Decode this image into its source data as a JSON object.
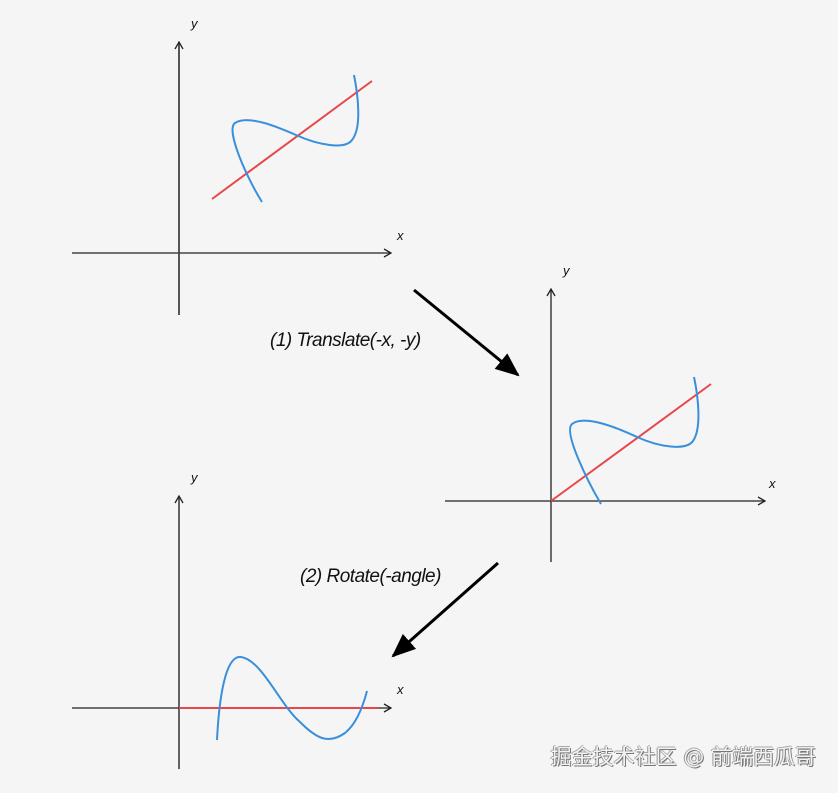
{
  "colors": {
    "background": "#f5f5f5",
    "axis": "#222222",
    "curve": "#3a8fdb",
    "line": "#e8474a",
    "arrow": "#000000"
  },
  "panels": [
    {
      "id": "original",
      "x_label": "x",
      "y_label": "y",
      "description": "Cubic curve and red regression line offset from origin"
    },
    {
      "id": "translated",
      "x_label": "x",
      "y_label": "y",
      "description": "Curve and line translated so line passes through origin"
    },
    {
      "id": "rotated",
      "x_label": "x",
      "y_label": "y",
      "description": "Curve rotated so red line lies on the x axis"
    }
  ],
  "steps": [
    {
      "label": "(1) Translate(-x, -y)"
    },
    {
      "label": "(2) Rotate(-angle)"
    }
  ],
  "watermark": "掘金技术社区 @ 前端西瓜哥"
}
